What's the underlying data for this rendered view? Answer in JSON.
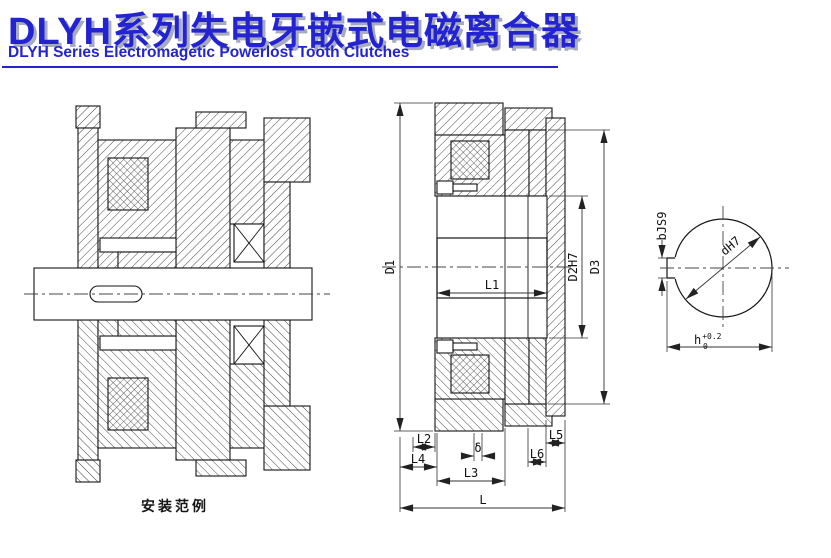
{
  "header": {
    "title_cn": "DLYH系列失电牙嵌式电磁离合器",
    "subtitle_en": "DLYH Series Electromagetic Powerlost Tooth Clutches"
  },
  "installation_view": {
    "caption": "安装范例"
  },
  "section_view": {
    "dim_labels": {
      "D1": "D1",
      "D2": "D2H7",
      "D3": "D3",
      "L1": "L1",
      "L2": "L2",
      "L3": "L3",
      "L4": "L4",
      "L5": "L5",
      "L6": "L6",
      "L": "L",
      "delta": "δ"
    }
  },
  "shaft_section_view": {
    "dim_labels": {
      "b": "bJS9",
      "d": "dH7",
      "h": "h",
      "h_tol_upper": "+0.2",
      "h_tol_lower": "0"
    }
  },
  "colors": {
    "accent": "#2323d0",
    "line": "#141414"
  }
}
